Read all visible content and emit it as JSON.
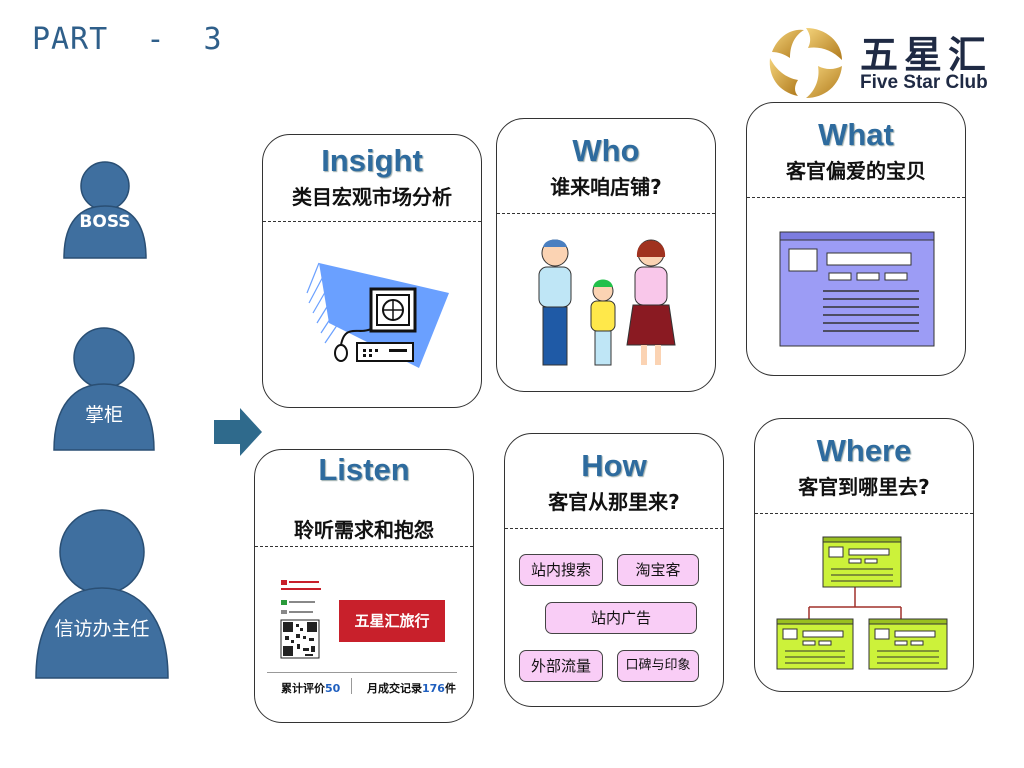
{
  "header": {
    "part_title": "PART  -  3"
  },
  "logo": {
    "cn": "五星汇",
    "en": "Five Star Club"
  },
  "people": [
    {
      "label": "BOSS"
    },
    {
      "label": "掌柜"
    },
    {
      "label": "信访办主任"
    }
  ],
  "cards": {
    "insight": {
      "title": "Insight",
      "subtitle": "类目宏观市场分析"
    },
    "who": {
      "title": "Who",
      "subtitle": "谁来咱店铺?"
    },
    "what": {
      "title": "What",
      "subtitle": "客官偏爱的宝贝"
    },
    "listen": {
      "title": "Listen",
      "subtitle": "聆听需求和抱怨",
      "promo": "五星汇旅行",
      "stats": {
        "rating_label": "累计评价",
        "rating_value": "50",
        "sales_label": "月成交记录",
        "sales_value": "176",
        "sales_unit": "件"
      }
    },
    "how": {
      "title": "How",
      "subtitle": "客官从那里来?",
      "sources": [
        "站内搜索",
        "淘宝客",
        "站内广告",
        "外部流量",
        "口碑与印象"
      ]
    },
    "where": {
      "title": "Where",
      "subtitle": "客官到哪里去?"
    }
  },
  "colors": {
    "accent": "#2e6b9e",
    "person": "#3f6f9f",
    "pill": "#f9cdf6",
    "sitemap": "#ccf23a",
    "browser": "#9c9cf5"
  }
}
